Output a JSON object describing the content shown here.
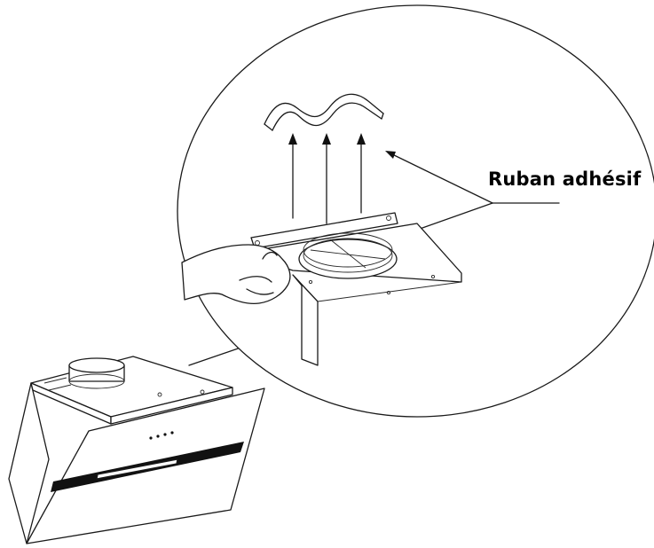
{
  "callout": {
    "label": "Ruban adhésif"
  },
  "icons": {
    "magnifier": "detail-circle",
    "arrows": "lift-arrows",
    "tape": "adhesive-tape-strip",
    "hood": "cooker-hood"
  },
  "colors": {
    "line": "#1a1a1a",
    "background": "#ffffff",
    "glass_strip": "#111111"
  }
}
